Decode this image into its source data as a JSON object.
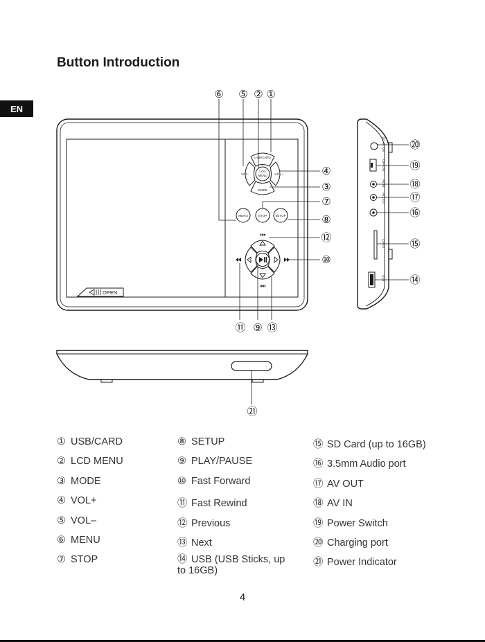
{
  "page": {
    "title": "Button Introduction",
    "language_tab": "EN",
    "page_number": "4"
  },
  "device_labels": {
    "usb_card": "USB/CARD",
    "lcd": "LCD",
    "menu_word": "MENU",
    "vol_minus": "VOL -",
    "vol_plus": "VOL +",
    "mode": "MODE",
    "menu": "MENU",
    "stop": "STOP",
    "setup": "SETUP",
    "open": "OPEN",
    "dc_in": "DC IN 12V",
    "switch": "OFF ON",
    "av_in": "AV IN",
    "av_out": "AV OUT",
    "card": "CARD",
    "usb": "USB"
  },
  "callouts": [
    "①",
    "②",
    "③",
    "④",
    "⑤",
    "⑥",
    "⑦",
    "⑧",
    "⑨",
    "⑩",
    "⑪",
    "⑫",
    "⑬",
    "⑭",
    "⑮",
    "⑯",
    "⑰",
    "⑱",
    "⑲",
    "⑳",
    "㉑"
  ],
  "legend": {
    "columns": [
      [
        {
          "num": "①",
          "text": "USB/CARD"
        },
        {
          "num": "②",
          "text": "LCD MENU"
        },
        {
          "num": "③",
          "text": "MODE"
        },
        {
          "num": "④",
          "text": "VOL+"
        },
        {
          "num": "⑤",
          "text": "VOL–"
        },
        {
          "num": "⑥",
          "text": "MENU"
        },
        {
          "num": "⑦",
          "text": "STOP"
        }
      ],
      [
        {
          "num": "⑧",
          "text": "SETUP"
        },
        {
          "num": "⑨",
          "text": "PLAY/PAUSE"
        },
        {
          "num": "⑩",
          "text": "Fast Forward"
        },
        {
          "num": "⑪",
          "text": "Fast Rewind"
        },
        {
          "num": "⑫",
          "text": "Previous"
        },
        {
          "num": "⑬",
          "text": "Next"
        },
        {
          "num": "⑭",
          "text": "USB (USB Sticks, up to 16GB)"
        }
      ],
      [
        {
          "num": "⑮",
          "text": "SD Card (up to 16GB)"
        },
        {
          "num": "⑯",
          "text": "3.5mm Audio port"
        },
        {
          "num": "⑰",
          "text": "AV OUT"
        },
        {
          "num": "⑱",
          "text": "AV IN"
        },
        {
          "num": "⑲",
          "text": "Power Switch"
        },
        {
          "num": "⑳",
          "text": "Charging port"
        },
        {
          "num": "㉑",
          "text": "Power Indicator"
        }
      ]
    ]
  }
}
